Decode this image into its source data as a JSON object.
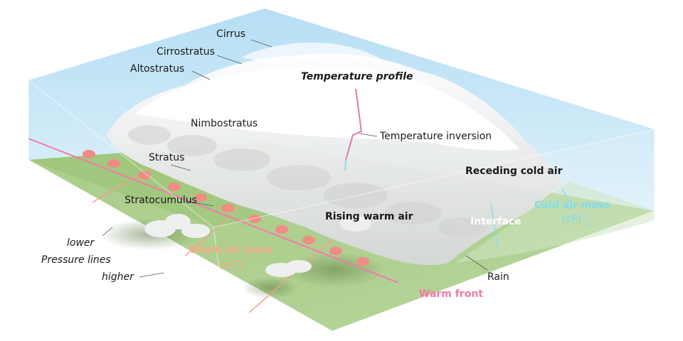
{
  "labels": {
    "cirrus": "Cirrus",
    "cirrostratus": "Cirrostratus",
    "altostratus": "Altostratus",
    "temperature_profile": "Temperature profile",
    "nimbostratus": "Nimbostratus",
    "temperature_inversion": "Temperature inversion",
    "stratus": "Stratus",
    "receding_cold_air": "Receding cold air",
    "stratocumulus": "Stratocumulus",
    "cold_air_mass": "Cold air mass",
    "cold_air_mass_code": "(cP)",
    "rising_warm_air": "Rising warm air",
    "interface": "Interface",
    "lower": "lower",
    "pressure_lines": "Pressure lines",
    "warm_air_mass": "Warm air mass",
    "warm_air_mass_code": "(mT)",
    "higher": "higher",
    "rain": "Rain",
    "warm_front": "Warm front"
  },
  "colors": {
    "sky": "#c4e6f6",
    "ground": "#9cc47a",
    "warm_front": "#f07aa8",
    "front_marker": "#f08c84",
    "warm_air_text": "#f4a98a",
    "cold_air_text": "#7fdcf0",
    "cloud": "#e9eaea"
  }
}
